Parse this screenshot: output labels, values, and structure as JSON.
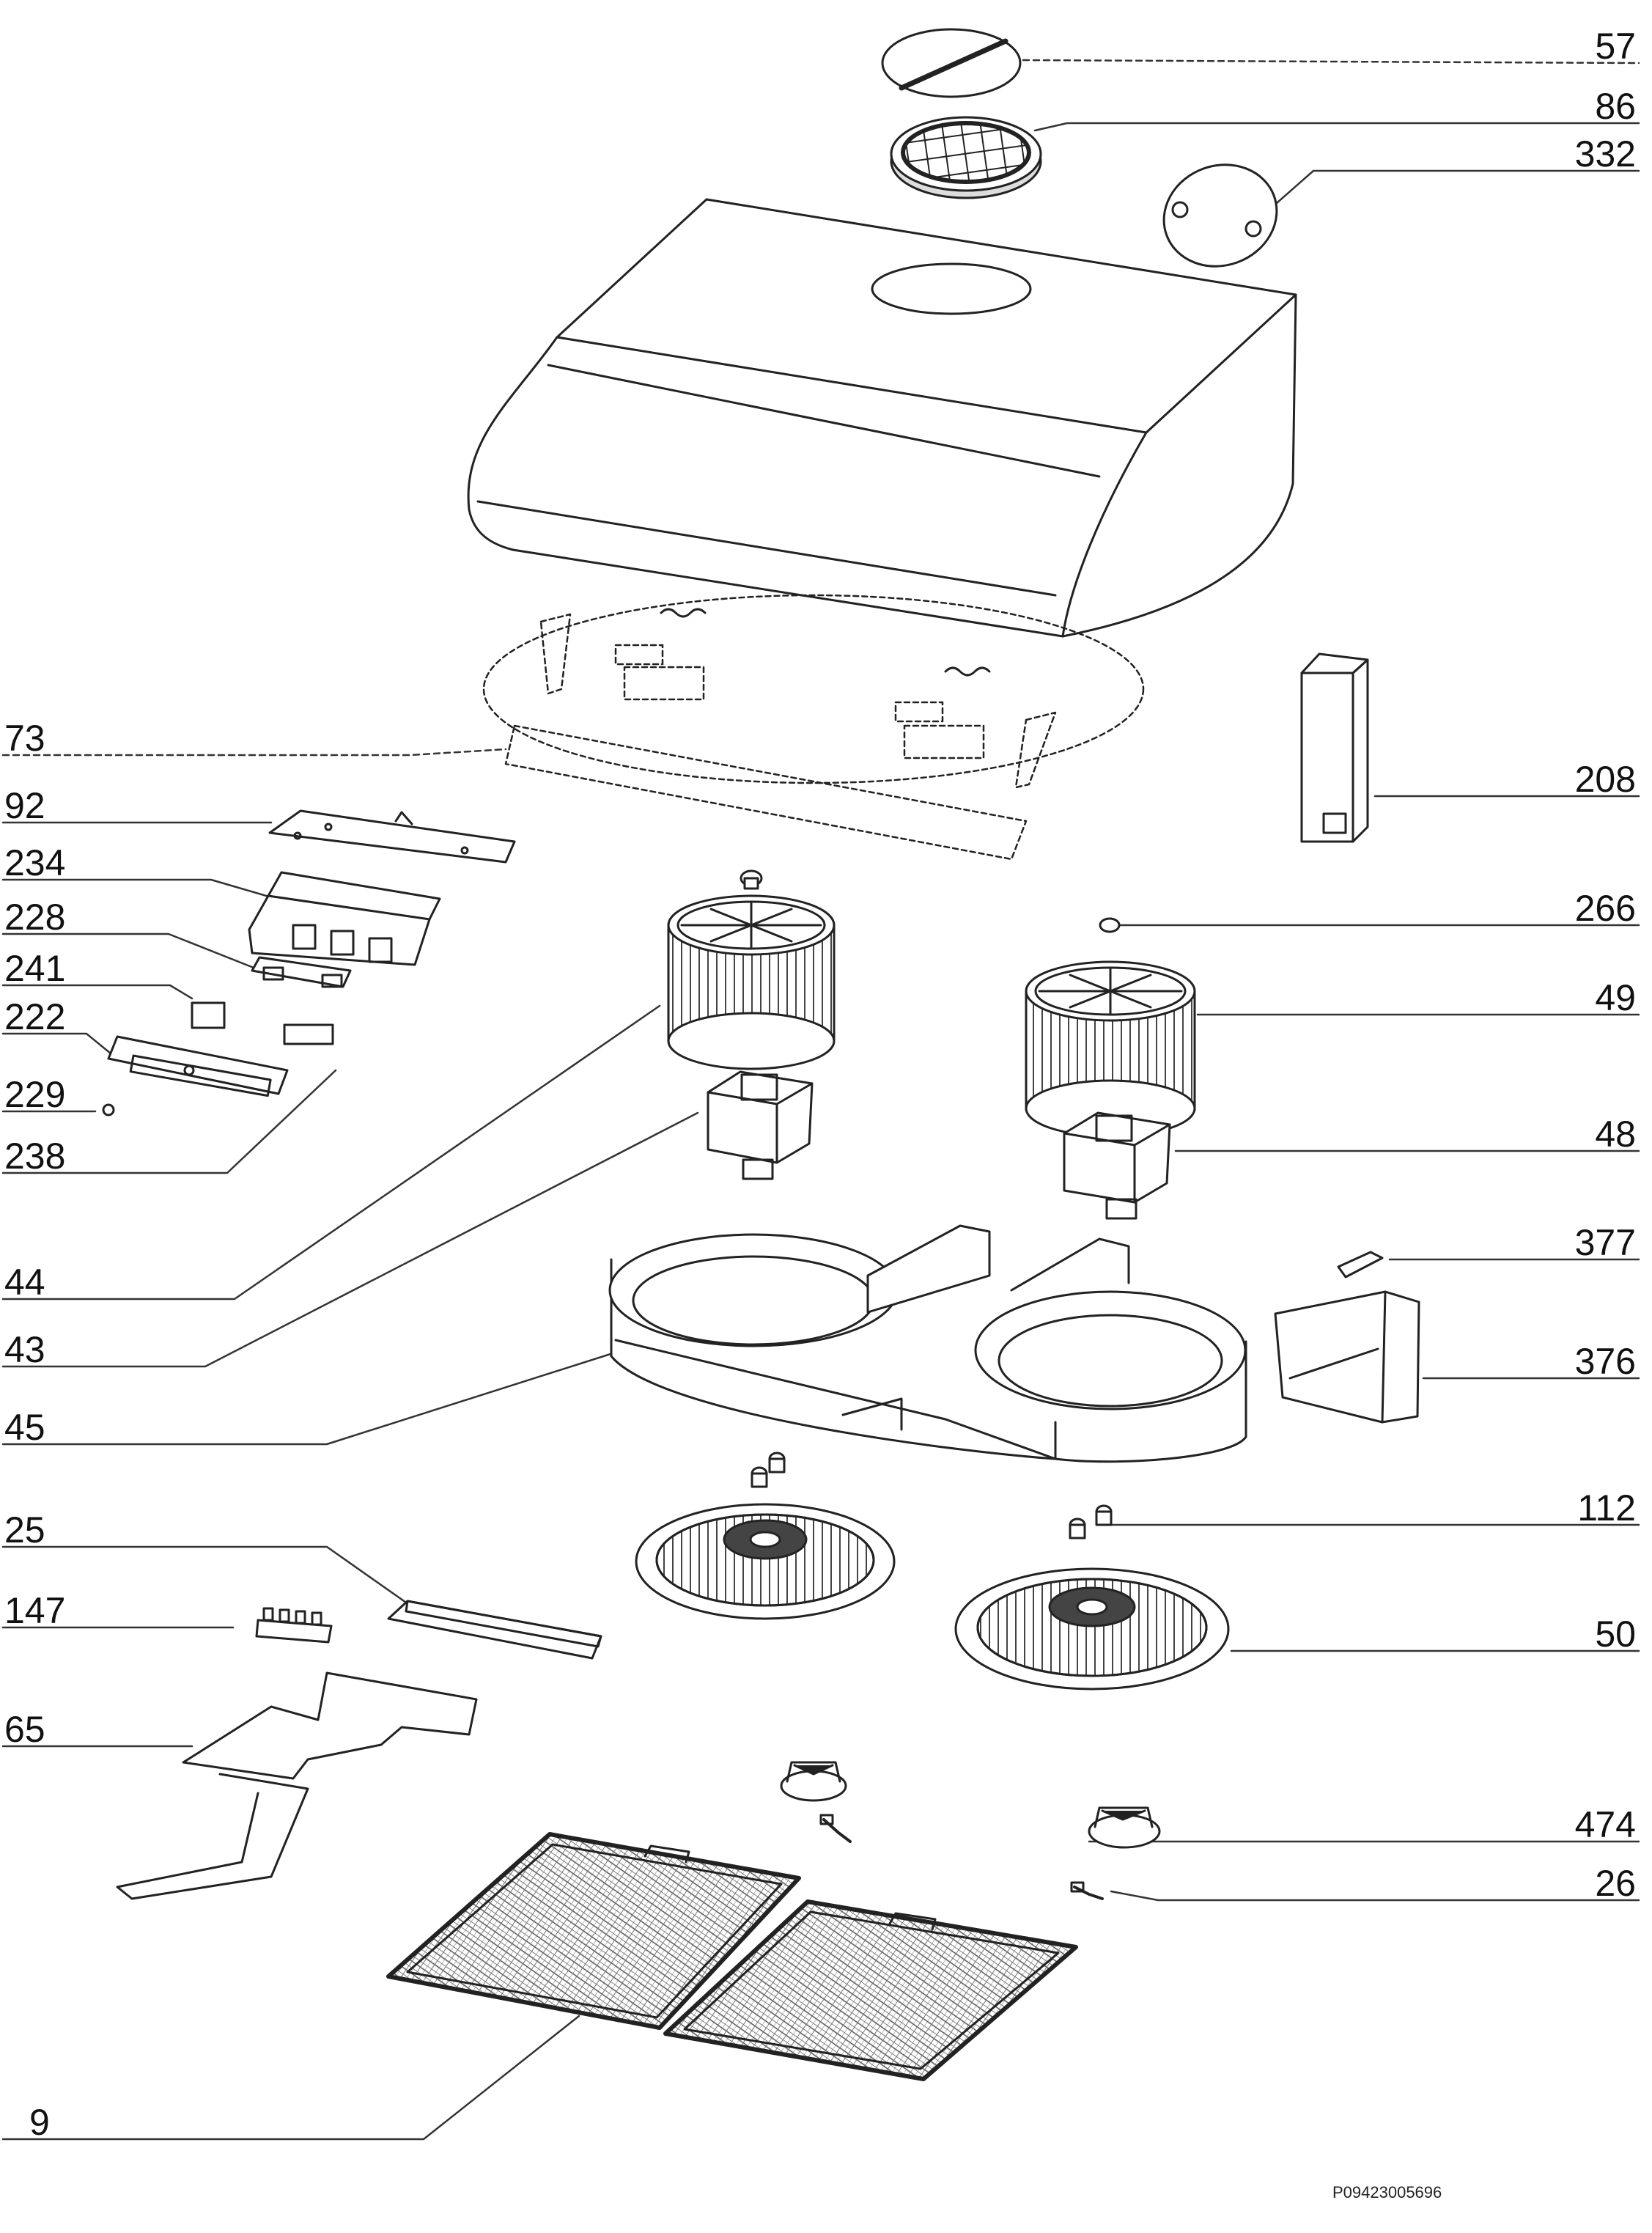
{
  "diagram": {
    "callouts_right": [
      "57",
      "86",
      "332",
      "208",
      "266",
      "49",
      "48",
      "377",
      "376",
      "112",
      "50",
      "474",
      "26"
    ],
    "callouts_left": [
      "73",
      "92",
      "234",
      "228",
      "241",
      "222",
      "229",
      "238",
      "44",
      "43",
      "45",
      "25",
      "147",
      "65",
      "9"
    ],
    "doc_ref": "P09423005696"
  }
}
